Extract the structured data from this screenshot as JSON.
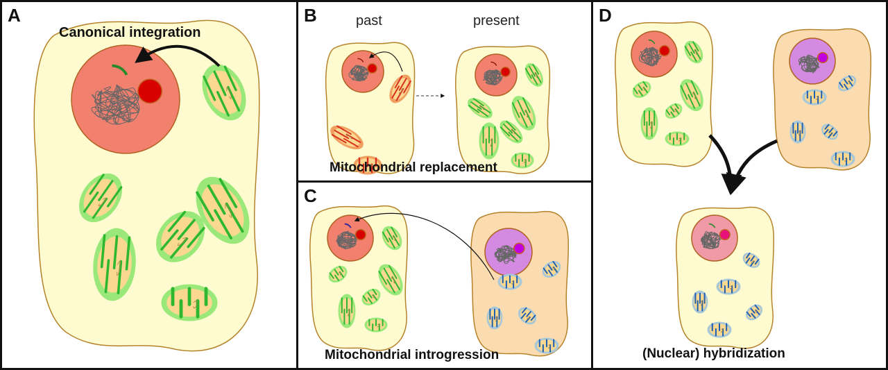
{
  "figure": {
    "panels": [
      {
        "id": "A",
        "letter": "A",
        "caption": "Canonical integration"
      },
      {
        "id": "B",
        "letter": "B",
        "caption": "Mitochondrial replacement",
        "sublabels": [
          "past",
          "present"
        ]
      },
      {
        "id": "C",
        "letter": "C",
        "caption": "Mitochondrial introgression"
      },
      {
        "id": "D",
        "letter": "D",
        "caption": "(Nuclear) hybridization"
      }
    ],
    "colors": {
      "cell_yellow": "#fdfbcf",
      "cell_orange": "#fbdcb0",
      "cell_border": "#b5822a",
      "nucleus_red": "#f2806e",
      "nucleus_purple": "#d38ae0",
      "nucleus_pink": "#f09aa8",
      "nucleolus_red": "#d90000",
      "nucleolus_purple": "#c000e0",
      "nucleolus_pink": "#e8107a",
      "mito_green": "#9be87a",
      "mito_red": "#f0a060",
      "mito_blue": "#a8c8d8",
      "mito_inner": "#fbd890"
    }
  }
}
